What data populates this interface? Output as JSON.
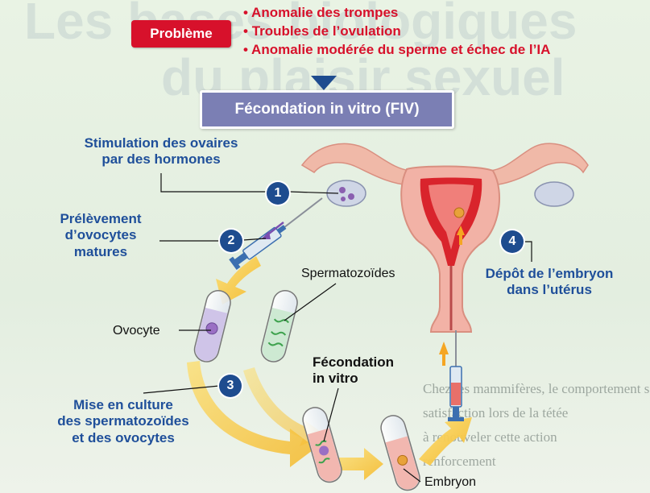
{
  "background_text": {
    "title_fragment_1": "Les bases biologiques",
    "title_fragment_2": "du plaisir sexuel",
    "body_fragments": [
      "Chez les mammifères, le comportement sexuel",
      "satisfaction lors de la tétée",
      "à renouveler cette action",
      "renforcement"
    ]
  },
  "problem": {
    "badge": "Problème",
    "items": [
      "Anomalie des trompes",
      "Troubles de l’ovulation",
      "Anomalie modérée du sperme et échec de l’IA"
    ]
  },
  "banner": "Fécondation in vitro (FIV)",
  "steps": [
    {
      "number": "1",
      "label_lines": [
        "Stimulation des ovaires",
        "par des hormones"
      ]
    },
    {
      "number": "2",
      "label_lines": [
        "Prélèvement",
        "d’ovocytes",
        "matures"
      ]
    },
    {
      "number": "3",
      "label_lines": [
        "Mise en culture",
        "des spermatozoïdes",
        "et des ovocytes"
      ]
    },
    {
      "number": "4",
      "label_lines": [
        "Dépôt de l’embryon",
        "dans l’utérus"
      ]
    }
  ],
  "labels": {
    "spermatozoids": "Spermatozoïdes",
    "ovocyte": "Ovocyte",
    "fecondation_lines": [
      "Fécondation",
      "in vitro"
    ],
    "embryon": "Embryon"
  },
  "colors": {
    "problem_red": "#d7112b",
    "banner_violet": "#7b7fb4",
    "step_blue": "#1e4c8f",
    "label_blue": "#1f4f9a",
    "arrow_yellow": "#f7c63d",
    "uterus_pink": "#e9a9a0"
  }
}
